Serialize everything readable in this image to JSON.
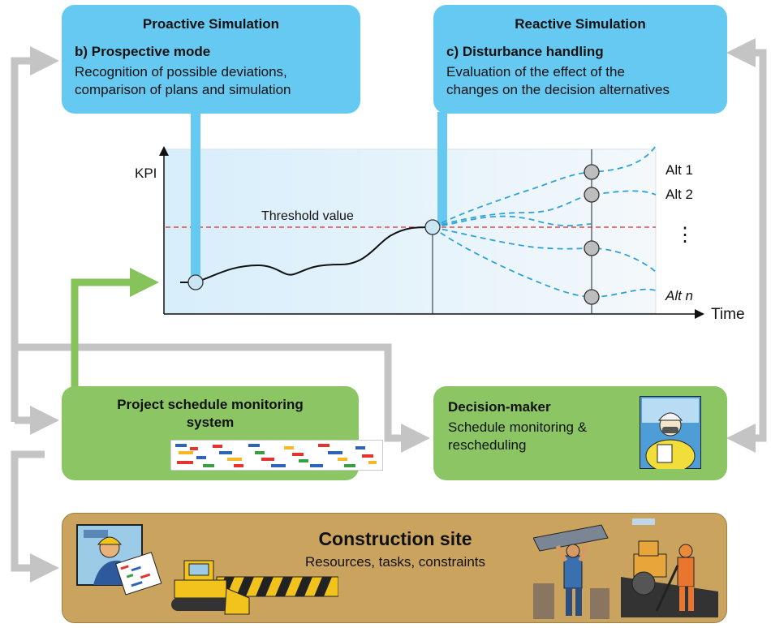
{
  "proactive": {
    "title": "Proactive Simulation",
    "mode": "b) Prospective mode",
    "desc_line1": "Recognition of possible deviations,",
    "desc_line2": "comparison of plans and simulation"
  },
  "reactive": {
    "title": "Reactive Simulation",
    "mode": "c) Disturbance handling",
    "desc_line1": "Evaluation of the effect of the",
    "desc_line2": "changes on the decision alternatives"
  },
  "chart": {
    "ylabel": "KPI",
    "xlabel": "Time",
    "threshold_label": "Threshold value",
    "alternatives": [
      "Alt 1",
      "Alt 2",
      "⋮",
      "Alt n"
    ]
  },
  "monitoring": {
    "title_line1": "Project schedule monitoring",
    "title_line2": "system"
  },
  "decision": {
    "title": "Decision-maker",
    "desc_line1": "Schedule monitoring &",
    "desc_line2": "rescheduling"
  },
  "site": {
    "title": "Construction site",
    "subtitle": "Resources, tasks, constraints"
  },
  "colors": {
    "blue_box": "#66c9f2",
    "green_box": "#8cc664",
    "site_box": "#caa45f",
    "threshold_line": "#e02b2b",
    "alt_lines": "#2fa3d8",
    "arrow_gray": "#c4c4c4",
    "arrow_green": "#86c45b"
  }
}
